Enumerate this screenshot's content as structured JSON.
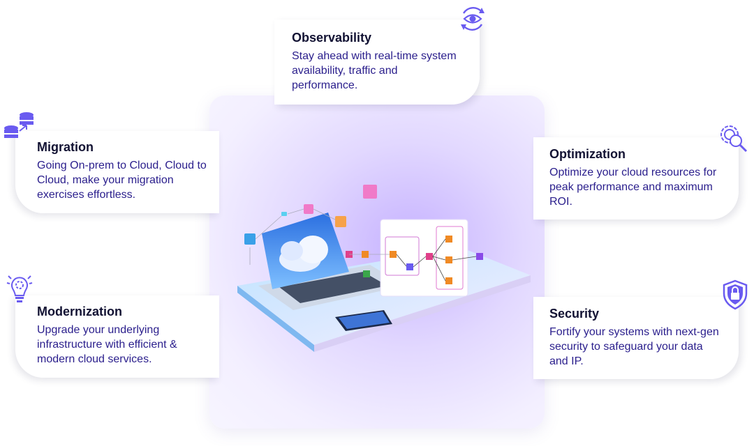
{
  "observability": {
    "title": "Observability",
    "description": "Stay ahead with real-time system availability, traffic and performance.",
    "icon": "eye-refresh-icon"
  },
  "migration": {
    "title": "Migration",
    "description": "Going On-prem to Cloud, Cloud to Cloud, make your migration exercises effortless.",
    "icon": "database-transfer-icon"
  },
  "optimization": {
    "title": "Optimization",
    "description": "Optimize your cloud resources for peak performance and maximum ROI.",
    "icon": "gear-search-icon"
  },
  "modernization": {
    "title": "Modernization",
    "description": "Upgrade your underlying infrastructure with efficient & modern cloud services.",
    "icon": "lightbulb-gear-icon"
  },
  "security": {
    "title": "Security",
    "description": "Fortify your systems with next-gen security to safeguard your data and IP.",
    "icon": "shield-lock-icon"
  },
  "colors": {
    "accent": "#6a5bf0",
    "title": "#121233",
    "text": "#2a1e8c"
  }
}
